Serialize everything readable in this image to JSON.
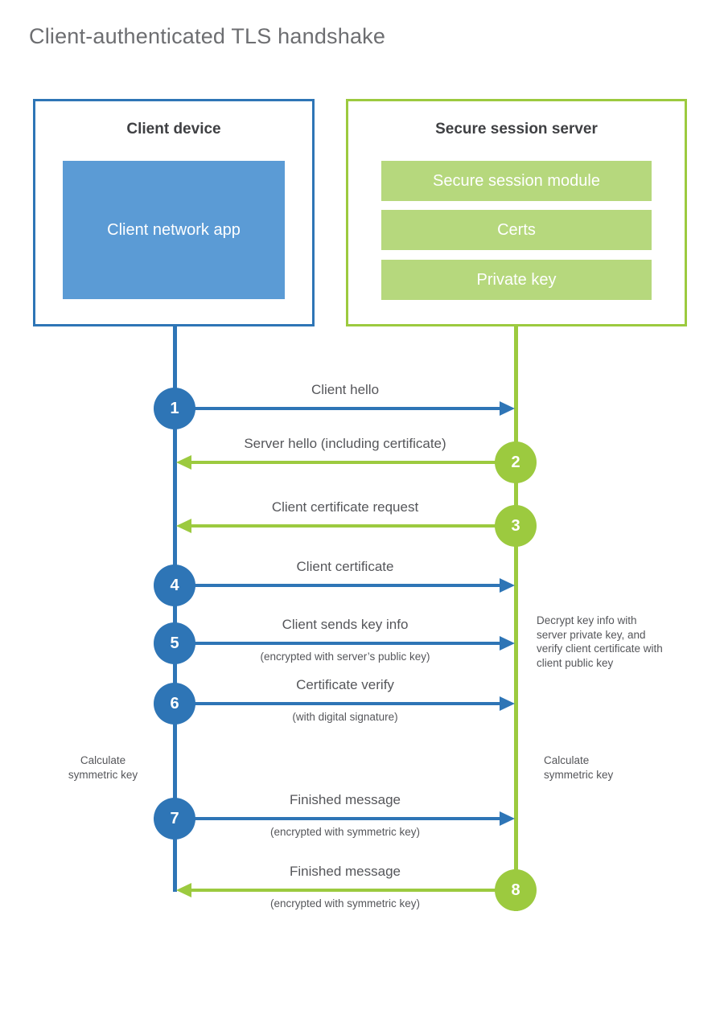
{
  "title": "Client-authenticated TLS handshake",
  "client_box": {
    "title": "Client device",
    "app_label": "Client network app"
  },
  "server_box": {
    "title": "Secure session server",
    "modules": [
      "Secure session module",
      "Certs",
      "Private key"
    ]
  },
  "steps": [
    {
      "number": "1",
      "direction": "client-to-server",
      "label": "Client hello"
    },
    {
      "number": "2",
      "direction": "server-to-client",
      "label": "Server hello (including certificate)"
    },
    {
      "number": "3",
      "direction": "server-to-client",
      "label": "Client certificate request"
    },
    {
      "number": "4",
      "direction": "client-to-server",
      "label": "Client certificate"
    },
    {
      "number": "5",
      "direction": "client-to-server",
      "label": "Client sends key info",
      "sublabel": "(encrypted with server’s public key)"
    },
    {
      "number": "6",
      "direction": "client-to-server",
      "label": "Certificate verify",
      "sublabel": "(with digital signature)"
    },
    {
      "number": "7",
      "direction": "client-to-server",
      "label": "Finished message",
      "sublabel": "(encrypted with symmetric key)"
    },
    {
      "number": "8",
      "direction": "server-to-client",
      "label": "Finished message",
      "sublabel": "(encrypted with symmetric key)"
    }
  ],
  "annotations": {
    "decrypt_note": "Decrypt key info with server private key, and verify client certificate with client public key",
    "calc_left": "Calculate symmetric key",
    "calc_right": "Calculate symmetric key"
  },
  "colors": {
    "blue": "#2e75b6",
    "blue_light": "#5b9bd5",
    "green": "#9cca3f",
    "green_light": "#b6d87d"
  }
}
